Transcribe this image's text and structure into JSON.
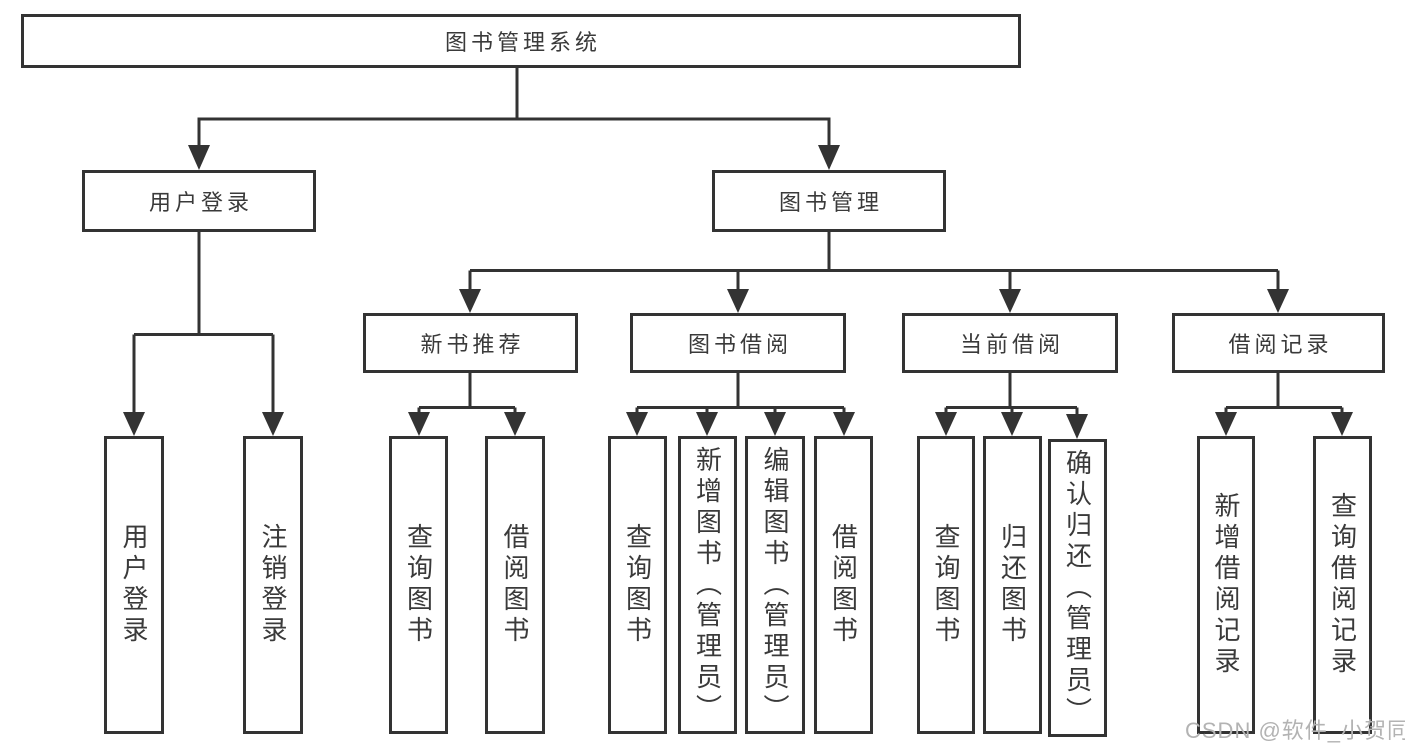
{
  "diagram": {
    "root": {
      "label": "图书管理系统",
      "children": [
        {
          "label": "用户登录",
          "children": [
            {
              "label": "用户登录"
            },
            {
              "label": "注销登录"
            }
          ]
        },
        {
          "label": "图书管理",
          "children": [
            {
              "label": "新书推荐",
              "children": [
                {
                  "label": "查询图书"
                },
                {
                  "label": "借阅图书"
                }
              ]
            },
            {
              "label": "图书借阅",
              "children": [
                {
                  "label": "查询图书"
                },
                {
                  "label": "新增图书（管理员）"
                },
                {
                  "label": "编辑图书（管理员）"
                },
                {
                  "label": "借阅图书"
                }
              ]
            },
            {
              "label": "当前借阅",
              "children": [
                {
                  "label": "查询图书"
                },
                {
                  "label": "归还图书"
                },
                {
                  "label": "确认归还（管理员）"
                }
              ]
            },
            {
              "label": "借阅记录",
              "children": [
                {
                  "label": "新增借阅记录"
                },
                {
                  "label": "查询借阅记录"
                }
              ]
            }
          ]
        }
      ]
    }
  },
  "watermark": {
    "text": "CSDN @软件_小贺同学"
  },
  "colors": {
    "line": "#333333",
    "text": "#3a3a3a",
    "box_bg": "#ffffff",
    "watermark": "#b3b3b3",
    "background": "#ffffff"
  }
}
